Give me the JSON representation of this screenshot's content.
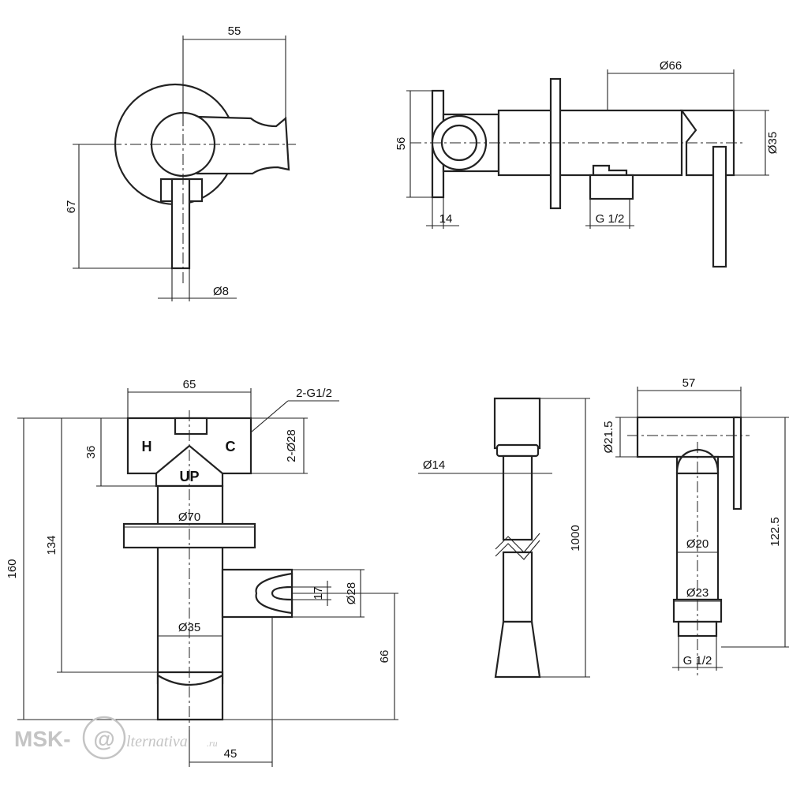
{
  "dimensions": {
    "front_width": "55",
    "front_height": "67",
    "lever_dia": "Ø8",
    "side_wall_plate": "56",
    "side_plate_depth": "14",
    "side_body_dia": "Ø66",
    "side_outlet_dia": "Ø35",
    "side_thread": "G 1/2",
    "valve_width": "65",
    "valve_inlets": "2-G1/2",
    "valve_inlet_dia": "2-Ø28",
    "valve_top_offset": "36",
    "valve_total_height": "160",
    "valve_height_134": "134",
    "valve_flange_dia": "Ø70",
    "valve_holder_inner": "17",
    "valve_holder_outer": "Ø28",
    "valve_body_dia": "Ø35",
    "valve_outlet_height": "66",
    "valve_depth": "45",
    "hose_dia": "Ø14",
    "hose_length": "1000",
    "shower_length": "57",
    "shower_head_dia": "Ø21.5",
    "shower_height": "122.5",
    "shower_handle_dia": "Ø20",
    "shower_nut_dia": "Ø23",
    "shower_thread": "G 1/2"
  },
  "valve_markings": {
    "hot": "H",
    "cold": "C",
    "up": "UP"
  },
  "watermark": {
    "brand": "MSK-",
    "at_symbol": "@",
    "text": "lternativa",
    "domain": ".ru"
  }
}
